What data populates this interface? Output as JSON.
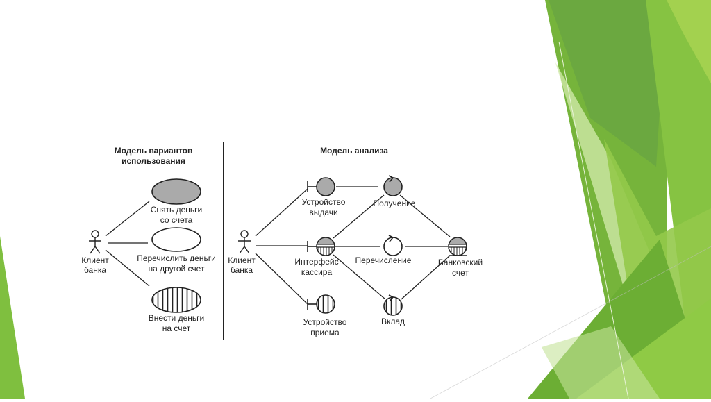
{
  "colors": {
    "green_dark": "#5f9a3a",
    "green_mid": "#76b43b",
    "green_light": "#9fd04d",
    "green_pale": "#cbe6a6",
    "ink": "#222222",
    "fill_gray": "#aaaaaa"
  },
  "left_model": {
    "title_line1": "Модель вариантов",
    "title_line2": "использования",
    "actor_line1": "Клиент",
    "actor_line2": "банка",
    "use_cases": [
      {
        "line1": "Снять деньги",
        "line2": "со счета",
        "style": "gray-fill"
      },
      {
        "line1": "Перечислить деньги",
        "line2": "на другой счет",
        "style": "empty"
      },
      {
        "line1": "Внести деньги",
        "line2": "на счет",
        "style": "vertical-hatch"
      }
    ]
  },
  "right_model": {
    "title": "Модель анализа",
    "actor_line1": "Клиент",
    "actor_line2": "банка",
    "boundaries": [
      {
        "line1": "Устройство",
        "line2": "выдачи"
      },
      {
        "line1": "Интерфейс",
        "line2": "кассира"
      },
      {
        "line1": "Устройство",
        "line2": "приема"
      }
    ],
    "controls": [
      {
        "label": "Получение"
      },
      {
        "label": "Перечисление"
      },
      {
        "label": "Вклад"
      }
    ],
    "entity": {
      "line1": "Банковский",
      "line2": "счет"
    }
  }
}
